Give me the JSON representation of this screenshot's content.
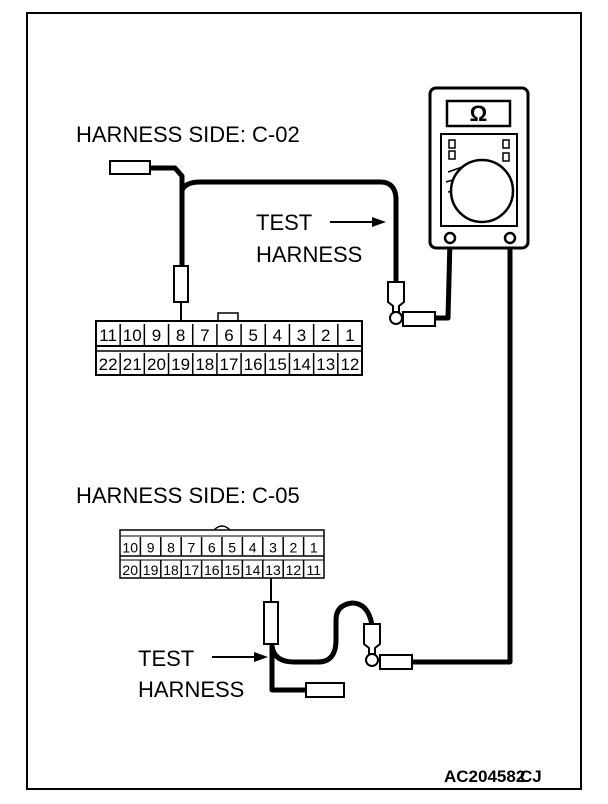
{
  "labels": {
    "harness_c02": "HARNESS SIDE: C-02",
    "harness_c05": "HARNESS SIDE: C-05",
    "test_1": "TEST",
    "harness_1": "HARNESS",
    "test_2": "TEST",
    "harness_2": "HARNESS",
    "figure_code": "AC204582",
    "figure_suffix": "CJ"
  },
  "meter": {
    "symbol": "Ω"
  },
  "c02": {
    "top_pins": [
      "11",
      "10",
      "9",
      "8",
      "7",
      "6",
      "5",
      "4",
      "3",
      "2",
      "1"
    ],
    "bottom_pins": [
      "22",
      "21",
      "20",
      "19",
      "18",
      "17",
      "16",
      "15",
      "14",
      "13",
      "12"
    ]
  },
  "c05": {
    "top_pins": [
      "10",
      "9",
      "8",
      "7",
      "6",
      "5",
      "4",
      "3",
      "2",
      "1"
    ],
    "bottom_pins": [
      "20",
      "19",
      "18",
      "17",
      "16",
      "15",
      "14",
      "13",
      "12",
      "11"
    ]
  }
}
